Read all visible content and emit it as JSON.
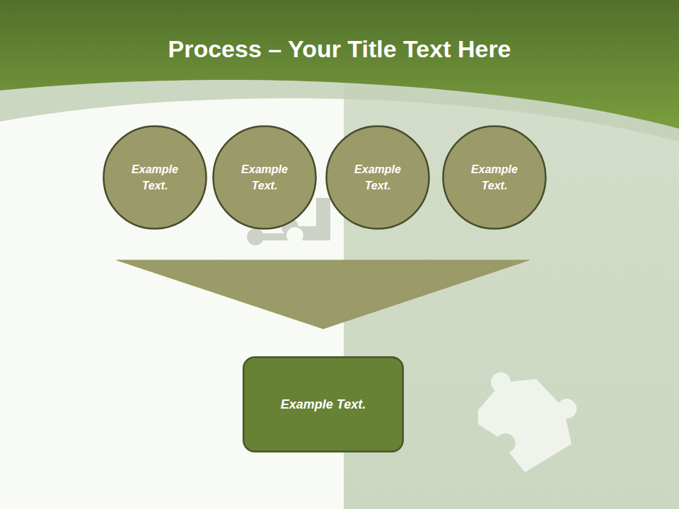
{
  "diagram": {
    "title": "Process – Your Title Text Here",
    "nodes": [
      {
        "text": [
          "Example Text."
        ]
      },
      {
        "text": [
          "Example Text."
        ]
      },
      {
        "text": [
          "Example Text."
        ]
      },
      {
        "text": [
          "Example Text."
        ]
      },
      {
        "text": [
          "Example Text."
        ]
      }
    ],
    "edges": [
      {
        "from": 0,
        "to": 4,
        "arrow": "to"
      },
      {
        "from": 1,
        "to": 4,
        "arrow": "to"
      },
      {
        "from": 2,
        "to": 4,
        "arrow": "to"
      },
      {
        "from": 3,
        "to": 4,
        "arrow": "to"
      }
    ]
  }
}
